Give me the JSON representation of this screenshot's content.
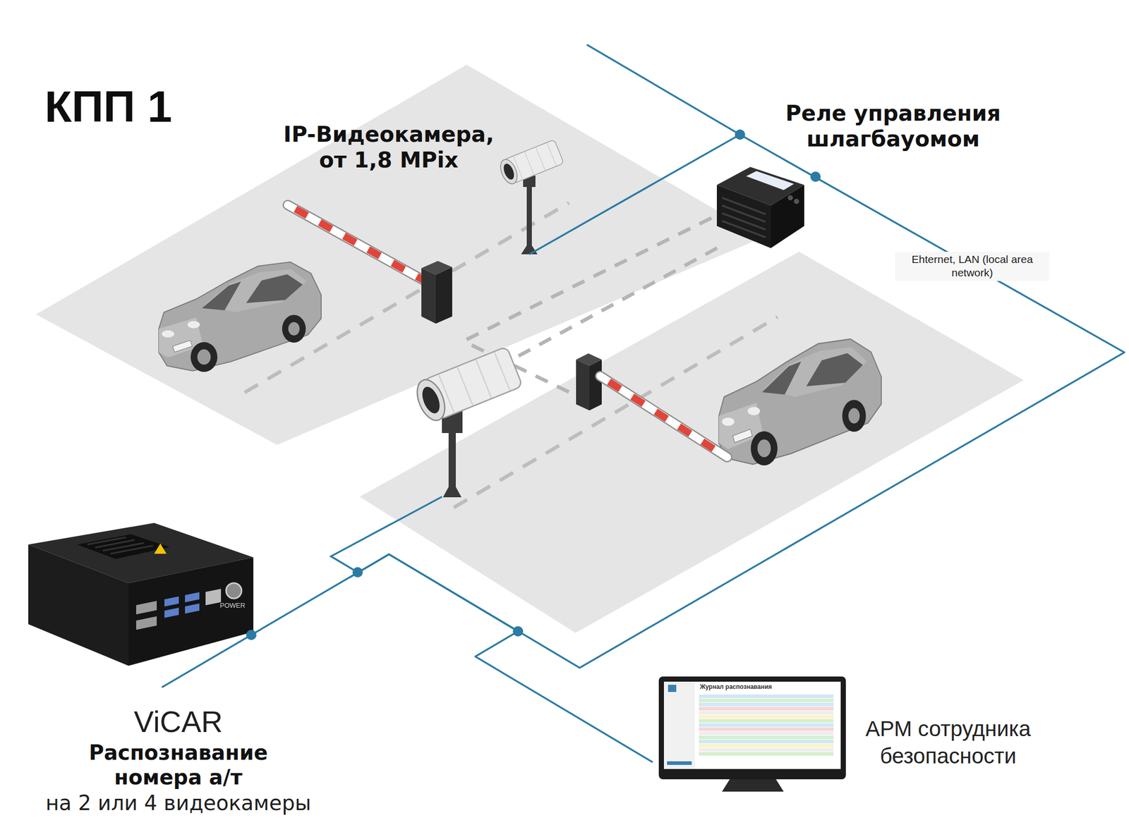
{
  "diagram": {
    "title": "КПП 1",
    "nodes": [
      {
        "text": [
          "IP-Видеокамера, от 1,8 MPix"
        ]
      },
      {
        "text": [
          "Реле управления шлагбауомом"
        ]
      },
      {
        "text": [
          "ViCAR",
          "Распознавание номера а/т",
          "на 2 или 4 видеокамеры"
        ]
      },
      {
        "text": [
          "АРМ сотрудника безопасности"
        ]
      }
    ],
    "edges": [
      {
        "from": 0,
        "to": 1,
        "arrow": "none"
      },
      {
        "from": 1,
        "to": 2,
        "label": "Ehternet, LAN (local area network)",
        "arrow": "none"
      },
      {
        "from": 2,
        "to": 3,
        "arrow": "none"
      }
    ],
    "labels": [
      "POWER",
      "Журнал распознавания"
    ]
  }
}
